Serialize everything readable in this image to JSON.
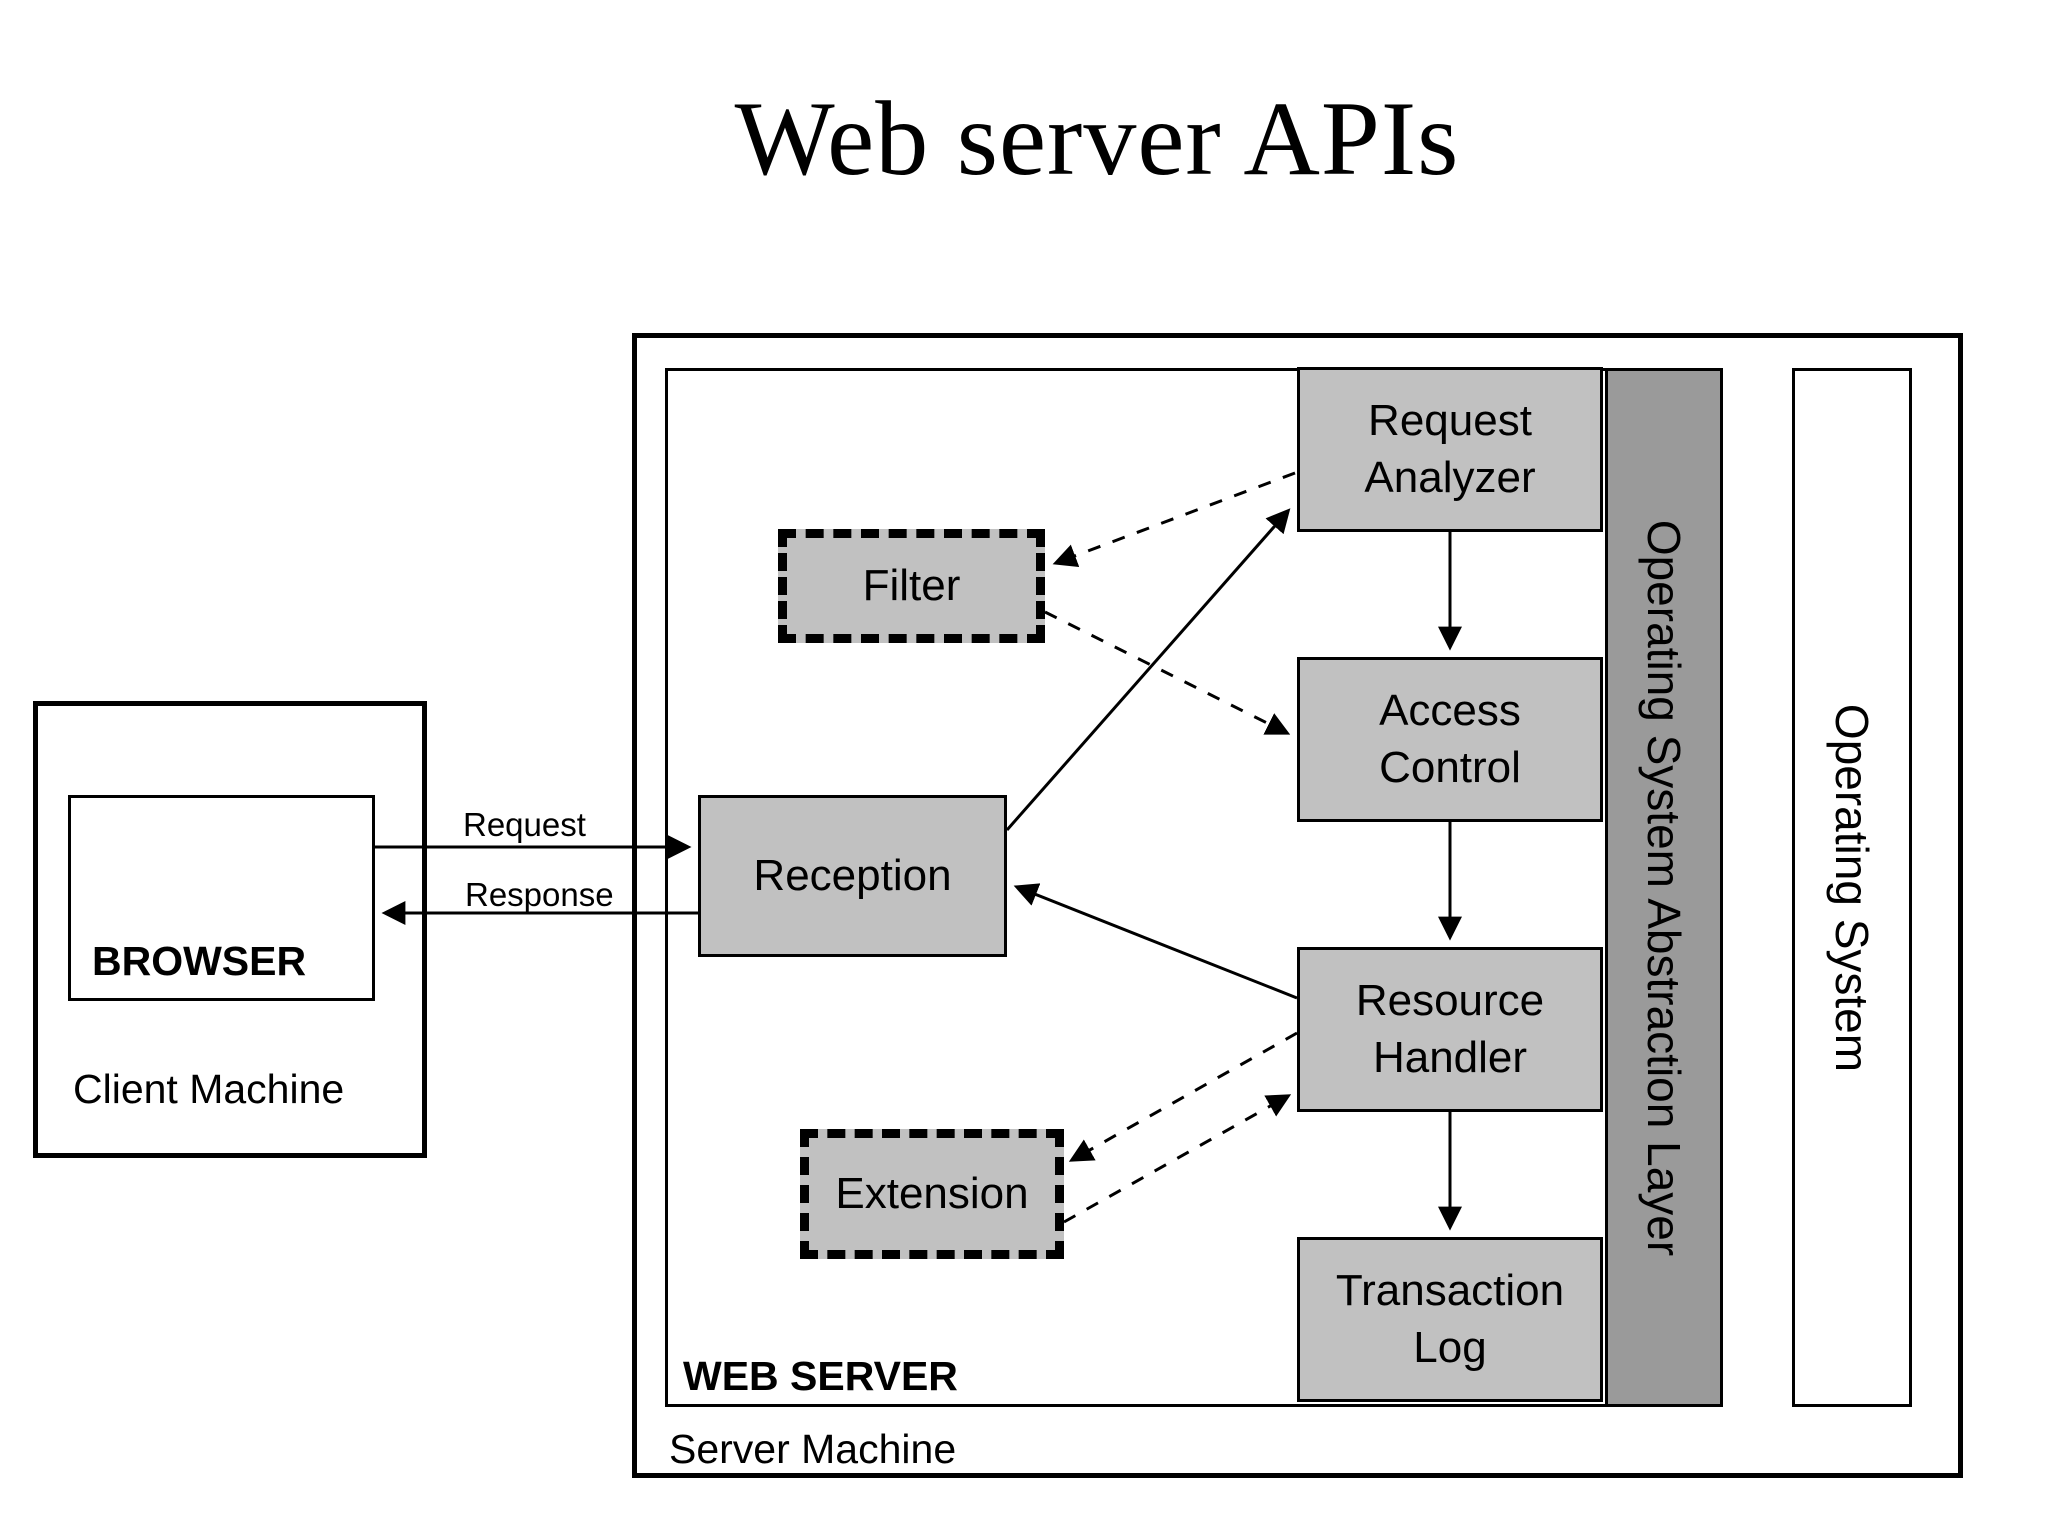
{
  "title": "Web server APIs",
  "colors": {
    "box_fill": "#c1c1c1",
    "osal_fill": "#9a9a9a",
    "line": "#000000",
    "background": "#ffffff"
  },
  "client": {
    "machine_label": "Client Machine",
    "browser_label": "BROWSER"
  },
  "connections": {
    "request_label": "Request",
    "response_label": "Response"
  },
  "server": {
    "machine_label": "Server Machine",
    "web_server_label": "WEB SERVER",
    "boxes": {
      "reception": "Reception",
      "filter": "Filter",
      "extension": "Extension",
      "request_analyzer": "Request Analyzer",
      "access_control": "Access Control",
      "resource_handler": "Resource Handler",
      "transaction_log": "Transaction Log"
    },
    "osal_label": "Operating System Abstraction Layer",
    "os_label": "Operating System"
  }
}
